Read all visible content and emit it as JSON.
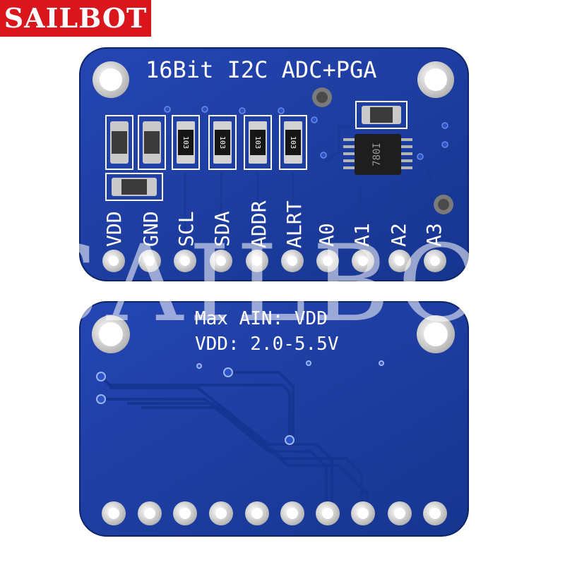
{
  "brand_label": "SAILBOT",
  "watermark_text": "SAILBOT",
  "board_front": {
    "title": "16Bit I2C ADC+PGA",
    "pins": [
      "VDD",
      "GND",
      "SCL",
      "SDA",
      "ADDR",
      "ALRT",
      "A0",
      "A1",
      "A2",
      "A3"
    ],
    "resistor_code": "103",
    "chip_marking": "780I"
  },
  "board_back": {
    "line1": "Max AIN: VDD",
    "line2": "VDD: 2.0-5.5V"
  },
  "colors": {
    "pcb": "#1c3ea3",
    "pcb_dark": "#132c80",
    "silkscreen": "#ffffff",
    "brand_red": "#d9161c",
    "pad": "#d8d8d8"
  }
}
